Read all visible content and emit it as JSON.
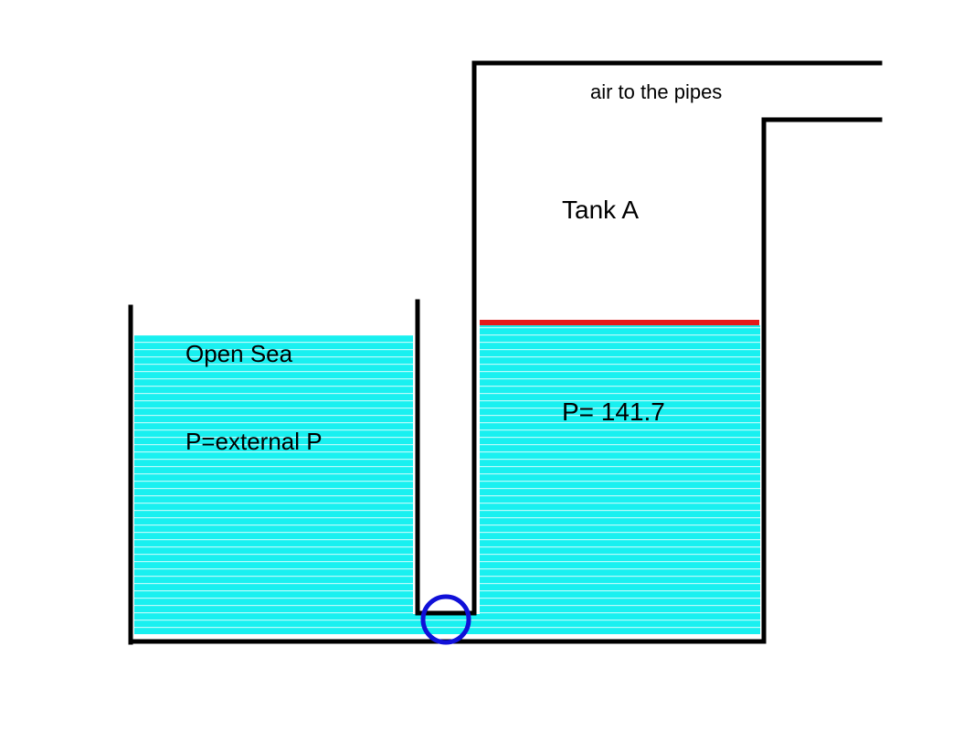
{
  "diagram": {
    "labels": {
      "air_pipes": "air to the pipes",
      "tank_a": "Tank A",
      "open_sea": "Open Sea",
      "sea_pressure": "P=external P",
      "tank_pressure": "P= 141.7"
    },
    "colors": {
      "water": "#19f0f0",
      "water_stripe": "#b8fbfb",
      "wall": "#000000",
      "water_surface_tank": "#e41b1b",
      "valve": "#1010d8",
      "background": "#ffffff"
    }
  }
}
